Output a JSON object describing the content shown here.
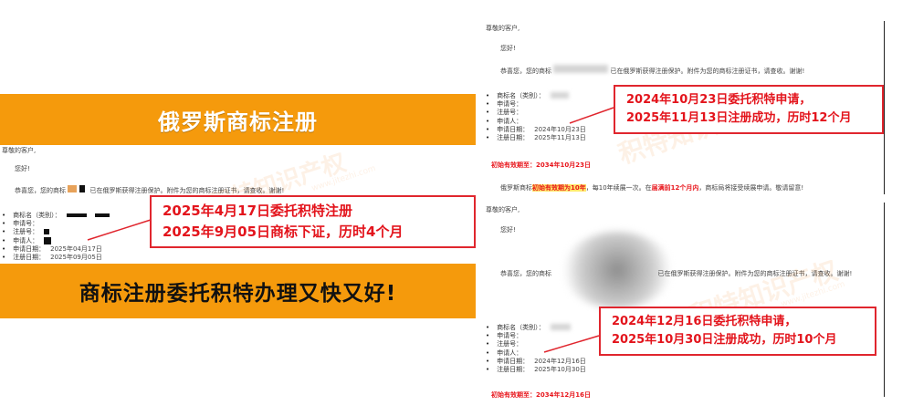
{
  "left": {
    "banner_top": "俄罗斯商标注册",
    "banner_bottom": "商标注册委托积特办理又快又好!",
    "greeting": "尊敬的客户,",
    "hello": "您好!",
    "body": "恭喜您，您的商标",
    "body_tail": "已在俄罗斯获得注册保护。附件为您的商标注册证书，请查收。谢谢!",
    "fields": [
      {
        "label": "商标名（类别）：",
        "value": ""
      },
      {
        "label": "申请号：",
        "value": ""
      },
      {
        "label": "注册号：",
        "value": ""
      },
      {
        "label": "申请人：",
        "value": ""
      },
      {
        "label": "申请日期：",
        "value": "2025年04月17日"
      },
      {
        "label": "注册日期：",
        "value": "2025年09月05日"
      }
    ],
    "callout_line1": "2025年4月17日委托积特注册",
    "callout_line2": "2025年9月05日商标下证，历时4个月",
    "watermark": "积特知识产权",
    "watermark_url": "www.jitezhi.com"
  },
  "right_top": {
    "greeting": "尊敬的客户,",
    "hello": "您好!",
    "body": "恭喜您，您的商标",
    "body_tail": "已在俄罗斯获得注册保护。附件为您的商标注册证书，请查收。谢谢!",
    "fields": [
      {
        "label": "商标名（类别）：",
        "value": ""
      },
      {
        "label": "申请号：",
        "value": ""
      },
      {
        "label": "注册号：",
        "value": ""
      },
      {
        "label": "申请人：",
        "value": ""
      },
      {
        "label": "申请日期：",
        "value": "2024年10月23日"
      },
      {
        "label": "注册日期：",
        "value": "2025年11月13日"
      }
    ],
    "first_date": "初始有效期至：2034年10月23日",
    "footer_a": "俄罗斯商标",
    "footer_b": "初始有效期为10年",
    "footer_c": "，每10年续展一次。在",
    "footer_d": "届满前12个月内",
    "footer_e": "，商标局将接受续展申请。敬请留意!",
    "callout_line1": "2024年10月23日委托积特申请，",
    "callout_line2": "2025年11月13日注册成功，历时12个月",
    "watermark": "积特知识产权"
  },
  "right_bottom": {
    "greeting": "尊敬的客户,",
    "hello": "您好!",
    "body": "恭喜您，您的商标",
    "body_tail": "已在俄罗斯获得注册保护。附件为您的商标注册证书，请查收。谢谢!",
    "fields": [
      {
        "label": "商标名（类别）：",
        "value": ""
      },
      {
        "label": "申请号：",
        "value": ""
      },
      {
        "label": "注册号：",
        "value": ""
      },
      {
        "label": "申请人：",
        "value": ""
      },
      {
        "label": "申请日期：",
        "value": "2024年12月16日"
      },
      {
        "label": "注册日期：",
        "value": "2025年10月30日"
      }
    ],
    "first_date": "初始有效期至：2034年12月16日",
    "callout_line1": "2024年12月16日委托积特申请，",
    "callout_line2": "2025年10月30日注册成功，历时10个月",
    "watermark": "积特知识产权",
    "watermark_url": "www.jitezhi.com"
  }
}
